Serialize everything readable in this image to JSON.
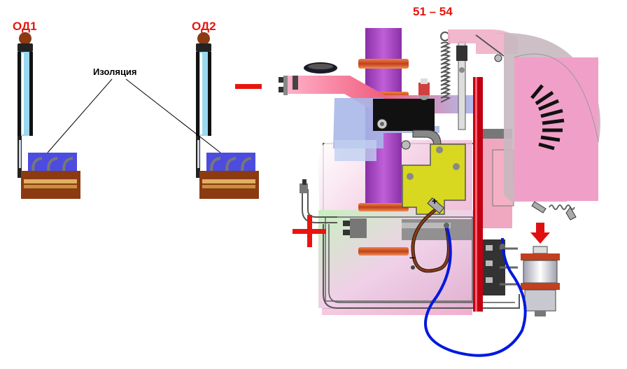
{
  "labels": {
    "od1": "ОД1",
    "od2": "ОД2",
    "insulation": "Изоляция",
    "contacts": "51 – 54",
    "minus_sign": "–",
    "plus_sign": "+",
    "small_plus": "+",
    "small_minus": "–"
  },
  "colors": {
    "label_red": "#e8150f",
    "copper": "#8b3a12",
    "blue_coil": "#5a5ae8",
    "wire_blue": "#0018e0",
    "wire_brown": "#7a3010",
    "pink_body": "#f2a0c0",
    "purple_shaft": "#a040c0",
    "yellow_part": "#d8d820",
    "red_bar": "#c00010"
  }
}
